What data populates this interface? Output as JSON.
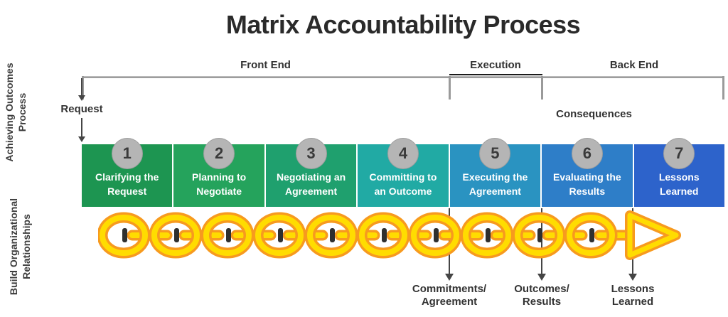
{
  "title": "Matrix Accountability Process",
  "phases": [
    {
      "label": "Front End"
    },
    {
      "label": "Execution"
    },
    {
      "label": "Back End"
    }
  ],
  "annotations": {
    "request": "Request",
    "consequences": "Consequences"
  },
  "side_labels": {
    "achieving": {
      "line1": "Achieving Outcomes",
      "line2": "Process"
    },
    "build": {
      "line1": "Build Organizational",
      "line2": "Relationships"
    }
  },
  "steps": [
    {
      "number": "1",
      "line1": "Clarifying the",
      "line2": "Request",
      "color": "#1d9551"
    },
    {
      "number": "2",
      "line1": "Planning to",
      "line2": "Negotiate",
      "color": "#25a35c"
    },
    {
      "number": "3",
      "line1": "Negotiating an",
      "line2": "Agreement",
      "color": "#1fa06e"
    },
    {
      "number": "4",
      "line1": "Committing to",
      "line2": "an Outcome",
      "color": "#21aaa4"
    },
    {
      "number": "5",
      "line1": "Executing the",
      "line2": "Agreement",
      "color": "#2a93c1"
    },
    {
      "number": "6",
      "line1": "Evaluating the",
      "line2": "Results",
      "color": "#2e7ec8"
    },
    {
      "number": "7",
      "line1": "Lessons",
      "line2": "Learned",
      "color": "#2d63cb"
    }
  ],
  "outputs": [
    {
      "line1": "Commitments/",
      "line2": "Agreement"
    },
    {
      "line1": "Outcomes/",
      "line2": "Results"
    },
    {
      "line1": "Lessons",
      "line2": "Learned"
    }
  ],
  "chain": {
    "link_count": 10,
    "outline_color": "#F79A1F",
    "body_color": "#FFDC00",
    "notch_color": "#2f2f2f"
  },
  "colors": {
    "circle_bg": "#b5b5b5",
    "circle_text": "#3a3a3a",
    "bracket": "#9a9a9a",
    "execution_bracket": "#1a1a1a",
    "arrow": "#454545",
    "text": "#333333"
  }
}
